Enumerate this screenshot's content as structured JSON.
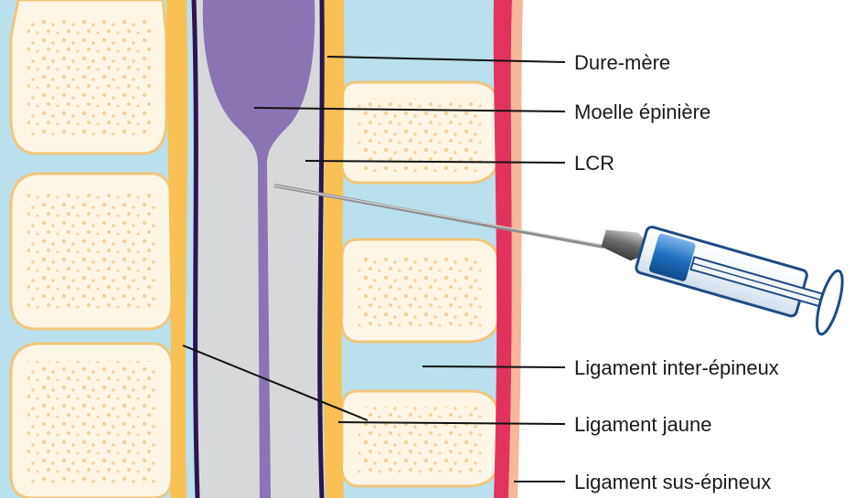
{
  "labels": {
    "dura": "Dure-mère",
    "cord": "Moelle épinière",
    "csf": "LCR",
    "interspinous": "Ligament inter-épineux",
    "flavum": "Ligament jaune",
    "supraspinous": "Ligament sus-épineux"
  },
  "colors": {
    "vertebra_fill": "#fdf6e6",
    "vertebra_border": "#f2c57c",
    "marrow_dots": "#f5cf97",
    "disc_blue": "#b9e0ec",
    "ligament_yellow": "#f9c153",
    "dura_dark": "#2d1550",
    "cord_purple": "#8a74b4",
    "csf_grey": "#d7d8da",
    "skin_red": "#e2335e",
    "skin_peach": "#f7b79a",
    "syringe_blue": "#1f6fc0"
  }
}
